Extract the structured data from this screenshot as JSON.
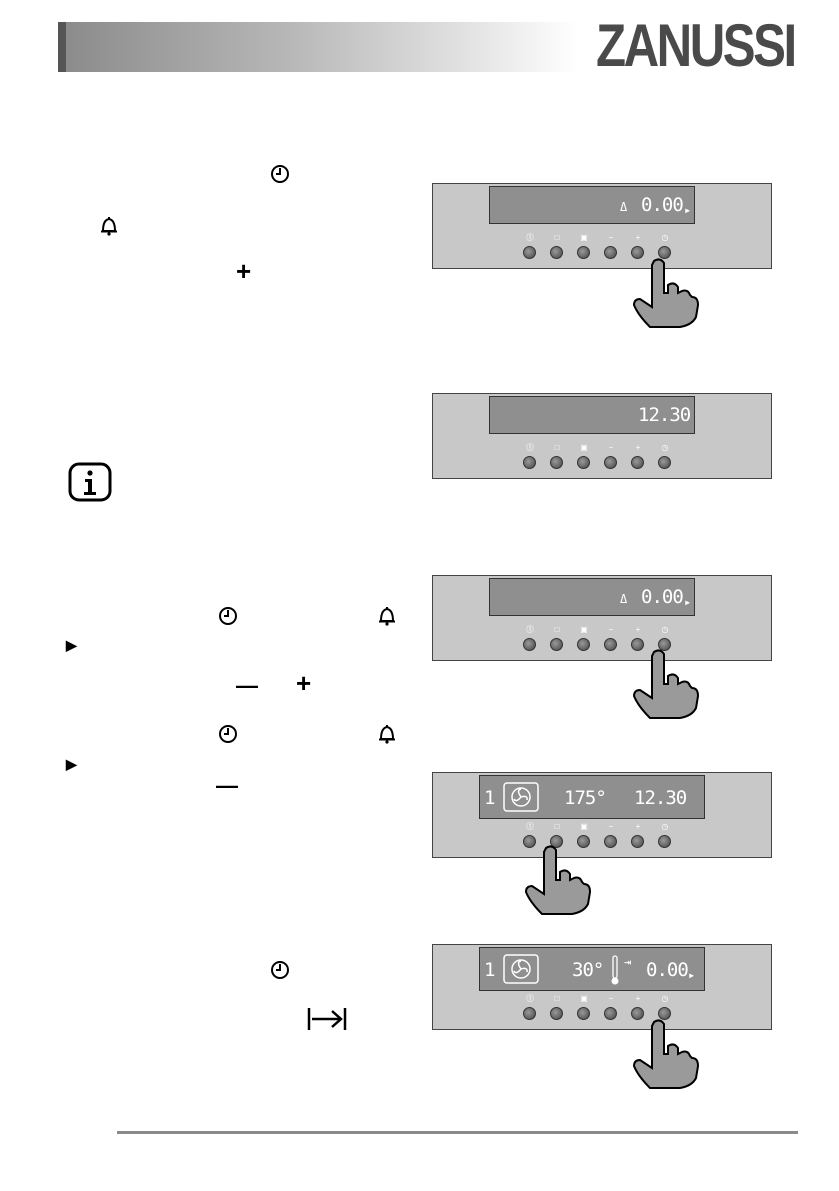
{
  "header": {
    "brand": "ZANUSSI"
  },
  "panels": [
    {
      "display_left": "",
      "display_mid": "",
      "bell": "Δ",
      "display_right": "0.00",
      "marker": "▸"
    },
    {
      "display_left": "",
      "display_mid": "",
      "bell": "",
      "display_right": "12.30",
      "marker": ""
    },
    {
      "display_left": "",
      "display_mid": "",
      "bell": "Δ",
      "display_right": "0.00",
      "marker": "▸"
    },
    {
      "display_left": "1",
      "display_mid": "175°",
      "bell": "",
      "display_right": "12.30",
      "marker": ""
    },
    {
      "display_left": "1",
      "display_mid": "30°",
      "bell": "",
      "display_right": "0.00",
      "marker": "▸",
      "end_symbol": "⇥"
    }
  ],
  "button_symbols": [
    "⓵",
    "□",
    "▣",
    "−",
    "+",
    "◷"
  ],
  "text_icons": {
    "plus": "+",
    "minus": "—",
    "arrow": "▶"
  }
}
